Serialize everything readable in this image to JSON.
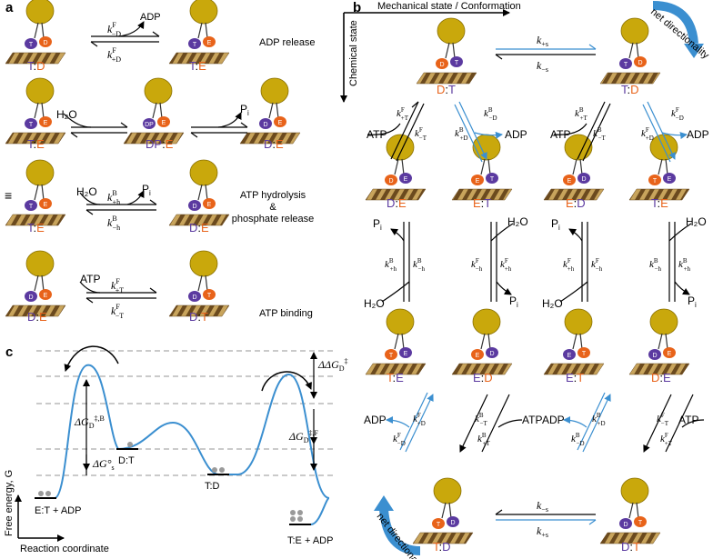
{
  "colors": {
    "motor": "#c9a80c",
    "motor_edge": "#8a7000",
    "orange": "#e8631a",
    "purple": "#5b3aa0",
    "blue": "#3b8fd0",
    "track_a": "#c8a45c",
    "track_b": "#6b4a1e",
    "gray_dot": "#9a9a9a",
    "dash": "#aaaaaa"
  },
  "panel_a": {
    "label": "a",
    "rows": [
      {
        "title": "ADP release",
        "left_state": {
          "a": "T",
          "sep": ":",
          "b": "D"
        },
        "right_state": {
          "a": "T",
          "sep": ":",
          "b": "E"
        },
        "k_top": "k",
        "k_top_sup": "F",
        "k_top_sub": "−D",
        "k_bot": "k",
        "k_bot_sup": "F",
        "k_bot_sub": "+D",
        "product": "ADP"
      },
      {
        "left_state": {
          "a": "T",
          "sep": ":",
          "b": "E"
        },
        "mid_state": {
          "a": "DP",
          "sep": ":",
          "b": "E"
        },
        "right_state": {
          "a": "D",
          "sep": ":",
          "b": "E"
        },
        "reactant": "H₂O",
        "product": "P",
        "product_sub": "i"
      },
      {
        "equiv": "≡",
        "title_line1": "ATP hydrolysis",
        "title_line2": "&",
        "title_line3": "phosphate release",
        "left_state": {
          "a": "T",
          "sep": ":",
          "b": "E"
        },
        "right_state": {
          "a": "D",
          "sep": ":",
          "b": "E"
        },
        "reactant": "H₂O",
        "product": "P",
        "product_sub": "i",
        "k_top": "k",
        "k_top_sup": "B",
        "k_top_sub": "+h",
        "k_bot": "k",
        "k_bot_sup": "B",
        "k_bot_sub": "−h"
      },
      {
        "title": "ATP binding",
        "left_state": {
          "a": "D",
          "sep": ":",
          "b": "E"
        },
        "right_state": {
          "a": "D",
          "sep": ":",
          "b": "T"
        },
        "reactant": "ATP",
        "k_top": "k",
        "k_top_sup": "F",
        "k_top_sub": "+T",
        "k_bot": "k",
        "k_bot_sup": "F",
        "k_bot_sub": "−T"
      }
    ]
  },
  "panel_b": {
    "label": "b",
    "axis_x": "Mechanical state / Conformation",
    "axis_y": "Chemical state",
    "net_top": "net directionality",
    "net_bottom": "net directionality",
    "top_states": [
      {
        "a": "D",
        "sep": ":",
        "b": "T"
      },
      {
        "a": "T",
        "sep": ":",
        "b": "D"
      }
    ],
    "k_plus_s": "k",
    "k_plus_s_sub": "+s",
    "k_minus_s": "k",
    "k_minus_s_sub": "−s",
    "row2_states": [
      {
        "a": "D",
        "sep": ":",
        "b": "E"
      },
      {
        "a": "E",
        "sep": ":",
        "b": "T"
      },
      {
        "a": "E",
        "sep": ":",
        "b": "D"
      },
      {
        "a": "T",
        "sep": ":",
        "b": "E"
      }
    ],
    "row3_states": [
      {
        "a": "T",
        "sep": ":",
        "b": "E"
      },
      {
        "a": "E",
        "sep": ":",
        "b": "D"
      },
      {
        "a": "E",
        "sep": ":",
        "b": "T"
      },
      {
        "a": "D",
        "sep": ":",
        "b": "E"
      }
    ],
    "bottom_states": [
      {
        "a": "T",
        "sep": ":",
        "b": "D"
      },
      {
        "a": "D",
        "sep": ":",
        "b": "T"
      }
    ],
    "atp": "ATP",
    "adp": "ADP",
    "h2o": "H₂O",
    "pi": "P",
    "pi_sub": "i"
  },
  "panel_c": {
    "label": "c",
    "ylabel": "Free energy, G",
    "xlabel": "Reaction coordinate",
    "states": [
      "E:T + ADP",
      "D:T",
      "T:D",
      "T:E + ADP"
    ],
    "dg_b": "ΔG",
    "dg_b_sub": "D",
    "dg_b_sup": "‡,B",
    "dg_s": "ΔG°",
    "dg_s_sub": "s",
    "dg_f": "ΔG",
    "dg_f_sub": "D",
    "dg_f_sup": "‡,F",
    "ddg": "ΔΔG",
    "ddg_sub": "D",
    "ddg_sup": "‡"
  }
}
